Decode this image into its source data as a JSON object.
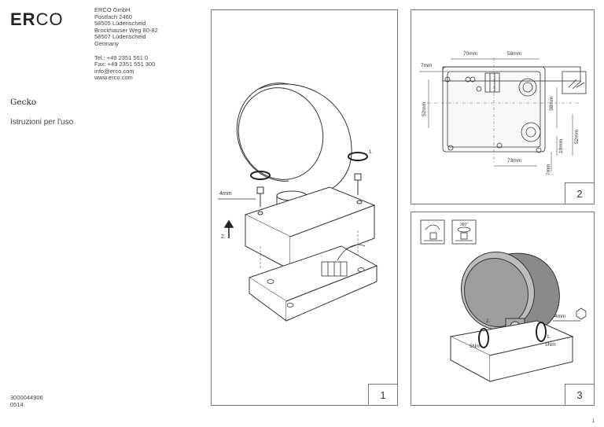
{
  "brand": {
    "logo_bold": "ER",
    "logo_light": "CO"
  },
  "address": {
    "line1": "ERCO GmbH",
    "line2": "Postfach 2460",
    "line3": "58505 Lüdenscheid",
    "line4": "Brockhauser Weg 80-82",
    "line5": "58507 Lüdenscheid",
    "line6": "Germany",
    "tel": "Tel.: +49 2351 551 0",
    "fax": "Fax: +49 2351 551 300",
    "email": "info@erco.com",
    "web": "www.erco.com"
  },
  "product": "Gecko",
  "subtitle": "Istruzioni per l'uso",
  "doc_number": "3000044906",
  "doc_date": "0514",
  "page_number": "1",
  "panel1": {
    "number": "1",
    "label_4mm": "4mm",
    "step1": "1.",
    "step2": "2."
  },
  "panel2": {
    "number": "2",
    "dim_70": "70mm",
    "dim_58": "58mm",
    "dim_7a": "7mm",
    "dim_52a": "52mm",
    "dim_38": "38mm",
    "dim_52b": "52mm",
    "dim_10": "10mm",
    "dim_73": "73mm",
    "dim_7b": "7mm"
  },
  "panel3": {
    "number": "3",
    "rot_label": "360°",
    "step1": "1.",
    "step2": "2.",
    "label_4mm": "4mm",
    "torque_left": "5Nm",
    "torque_right": "5Nm"
  }
}
